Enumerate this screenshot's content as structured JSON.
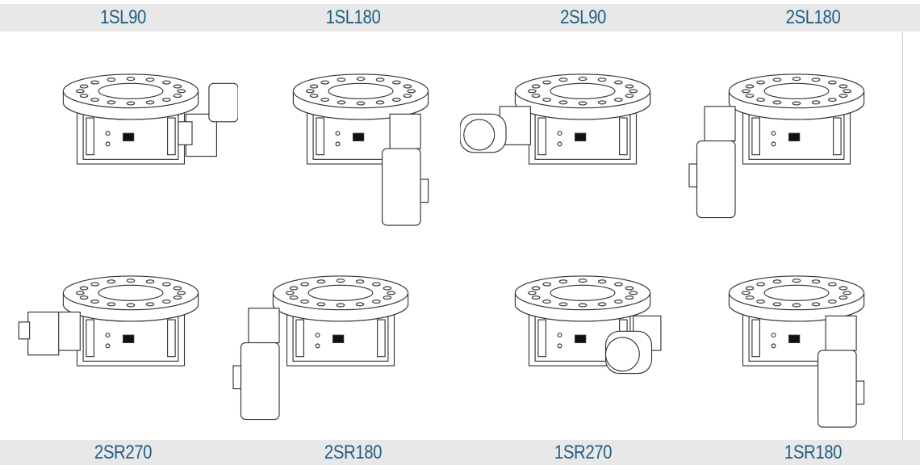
{
  "top_labels": [
    "1SL90",
    "1SL180",
    "2SL90",
    "2SL180"
  ],
  "bottom_labels": [
    "2SR270",
    "2SR180",
    "1SR270",
    "1SR180"
  ],
  "figures": [
    {
      "code": "1SL90",
      "motor": "right-horizontal"
    },
    {
      "code": "1SL180",
      "motor": "right-down"
    },
    {
      "code": "2SL90",
      "motor": "left-horizontal"
    },
    {
      "code": "2SL180",
      "motor": "left-down"
    },
    {
      "code": "2SR270",
      "motor": "left-horizontal-short"
    },
    {
      "code": "2SR180",
      "motor": "left-down"
    },
    {
      "code": "1SR270",
      "motor": "right-angled"
    },
    {
      "code": "1SR180",
      "motor": "right-down"
    }
  ],
  "colors": {
    "label": "#1f5f86",
    "band": "#e8e8e8",
    "line": "#333333"
  }
}
